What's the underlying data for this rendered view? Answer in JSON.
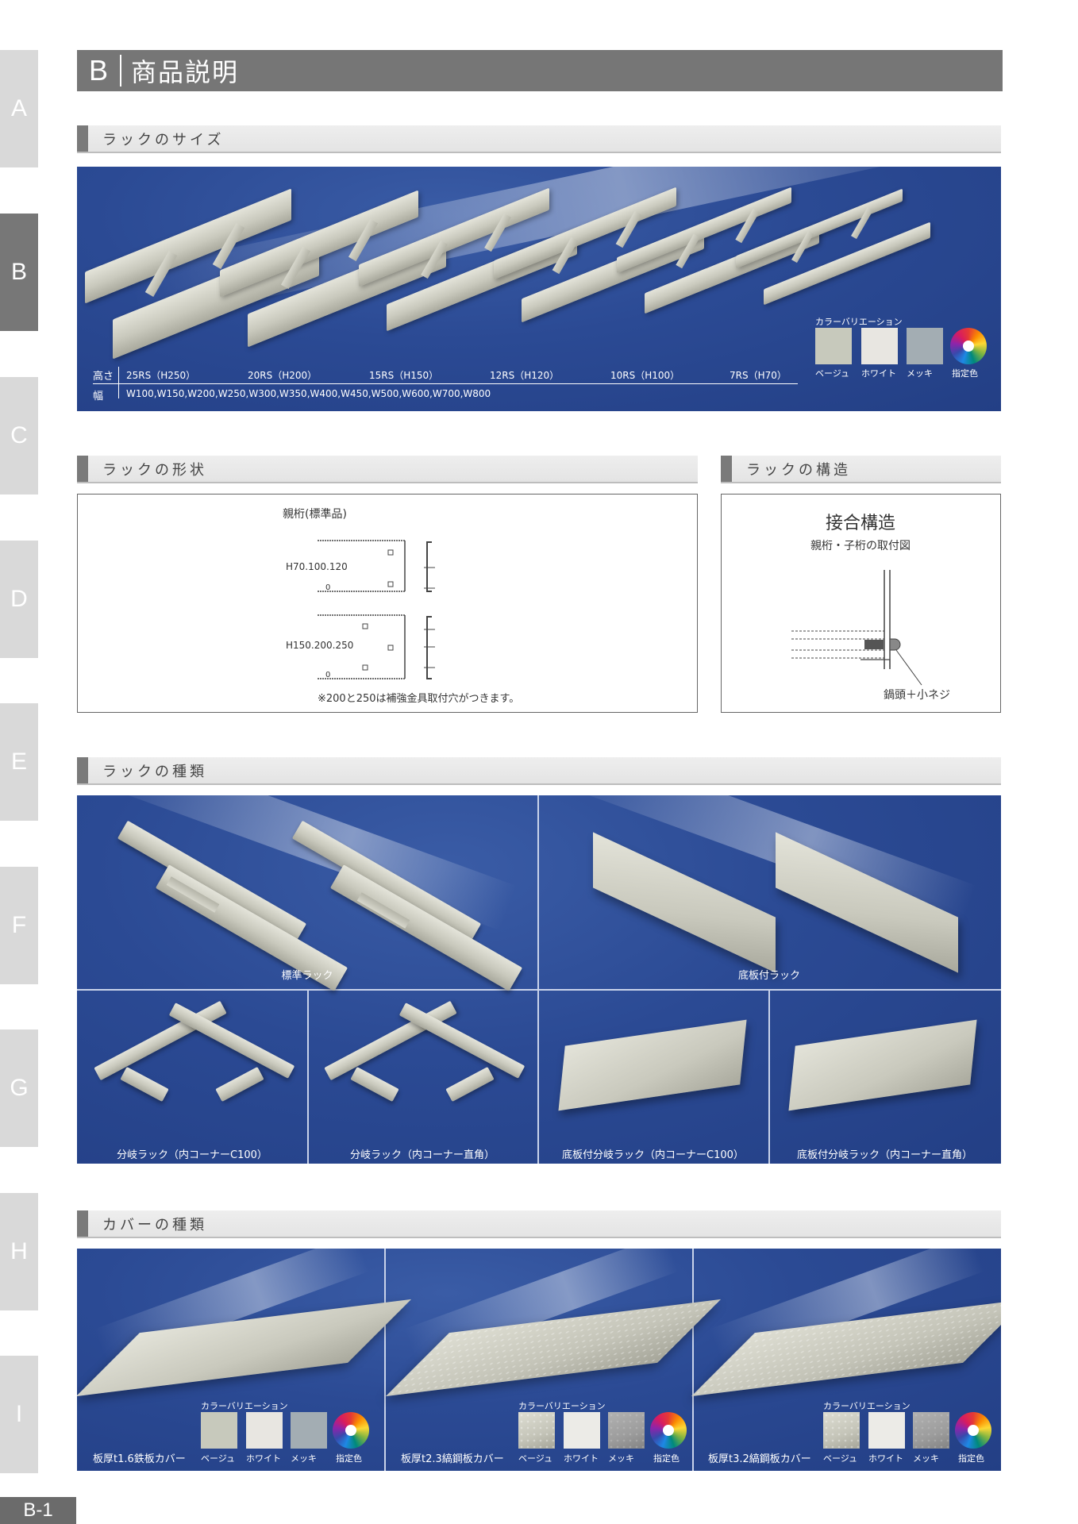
{
  "side_tabs": [
    "A",
    "B",
    "C",
    "D",
    "E",
    "F",
    "G",
    "H",
    "I"
  ],
  "active_tab": "B",
  "page_number": "B-1",
  "header": {
    "letter": "B",
    "title": "商品説明"
  },
  "sections": {
    "size": "ラックのサイズ",
    "shape": "ラックの形状",
    "structure": "ラックの構造",
    "types": "ラックの種類",
    "covers": "カバーの種類"
  },
  "size_panel": {
    "height_label": "高さ",
    "width_label": "幅",
    "heights": [
      "25RS（H250）",
      "20RS（H200）",
      "15RS（H150）",
      "12RS（H120）",
      "10RS（H100）",
      "7RS（H70）"
    ],
    "widths": "W100,W150,W200,W250,W300,W350,W400,W450,W500,W600,W700,W800",
    "color_title": "カラーバリエーション",
    "colors": [
      {
        "name": "ベージュ",
        "hex": "#c7c9bc"
      },
      {
        "name": "ホワイト",
        "hex": "#e8e6e1"
      },
      {
        "name": "メッキ",
        "hex": "#a3adb3"
      },
      {
        "name": "指定色",
        "hex": ""
      }
    ]
  },
  "shape_panel": {
    "title": "親桁(標準品)",
    "label_small": "H70.100.120",
    "label_large": "H150.200.250",
    "zero_label": "0",
    "note": "※200と250は補強金具取付穴がつきます。"
  },
  "structure_panel": {
    "title": "接合構造",
    "subtitle": "親桁・子桁の取付図",
    "callout": "鍋頭＋小ネジ"
  },
  "rack_types": [
    "標準ラック",
    "底板付ラック",
    "分岐ラック（内コーナーC100）",
    "分岐ラック（内コーナー直角）",
    "底板付分岐ラック（内コーナーC100）",
    "底板付分岐ラック（内コーナー直角）"
  ],
  "covers": [
    {
      "name": "板厚t1.6鉄板カバー",
      "color_title": "カラーバリエーション",
      "colors": [
        {
          "name": "ベージュ",
          "hex": "#c7c9bc"
        },
        {
          "name": "ホワイト",
          "hex": "#e8e6e1"
        },
        {
          "name": "メッキ",
          "hex": "#a3adb3"
        },
        {
          "name": "指定色",
          "hex": ""
        }
      ]
    },
    {
      "name": "板厚t2.3縞鋼板カバー",
      "color_title": "カラーバリエーション",
      "colors": [
        {
          "name": "ベージュ",
          "hex": "#cfd1c6"
        },
        {
          "name": "ホワイト",
          "hex": "#ecebe7"
        },
        {
          "name": "メッキ",
          "hex": "#9fa4a8"
        },
        {
          "name": "指定色",
          "hex": ""
        }
      ]
    },
    {
      "name": "板厚t3.2縞鋼板カバー",
      "color_title": "カラーバリエーション",
      "colors": [
        {
          "name": "ベージュ",
          "hex": "#cfd1c6"
        },
        {
          "name": "ホワイト",
          "hex": "#ecebe7"
        },
        {
          "name": "メッキ",
          "hex": "#9fa4a8"
        },
        {
          "name": "指定色",
          "hex": ""
        }
      ]
    }
  ]
}
